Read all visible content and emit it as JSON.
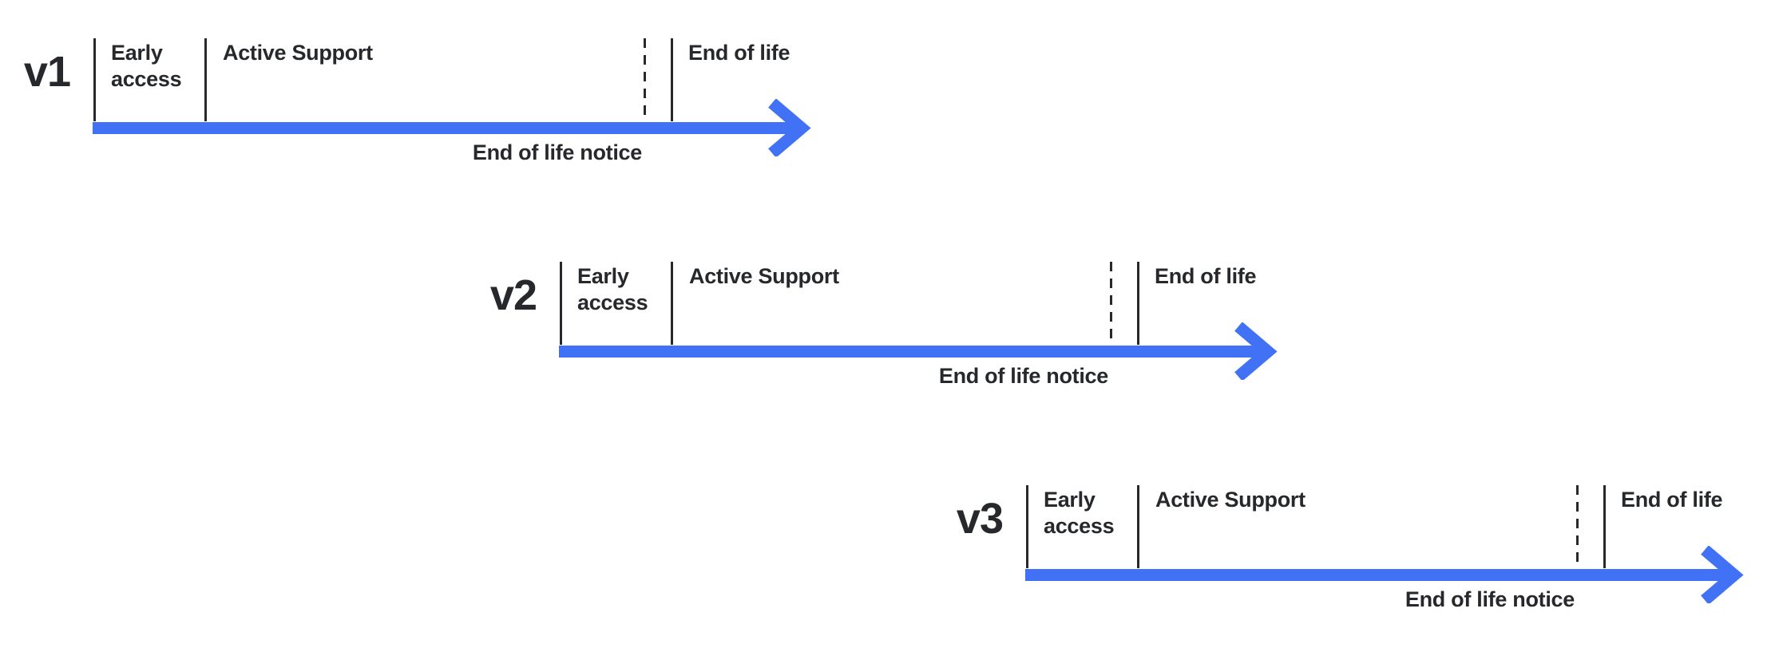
{
  "colors": {
    "arrow_blue": "#4171F4",
    "text_dark": "#26282B"
  },
  "timelines": [
    {
      "version": "v1",
      "early_access_label": "Early access",
      "active_support_label": "Active Support",
      "end_of_life_label": "End of life",
      "end_of_life_notice_label": "End of life notice"
    },
    {
      "version": "v2",
      "early_access_label": "Early access",
      "active_support_label": "Active Support",
      "end_of_life_label": "End of life",
      "end_of_life_notice_label": "End of life notice"
    },
    {
      "version": "v3",
      "early_access_label": "Early access",
      "active_support_label": "Active Support",
      "end_of_life_label": "End of life",
      "end_of_life_notice_label": "End of life notice"
    }
  ]
}
